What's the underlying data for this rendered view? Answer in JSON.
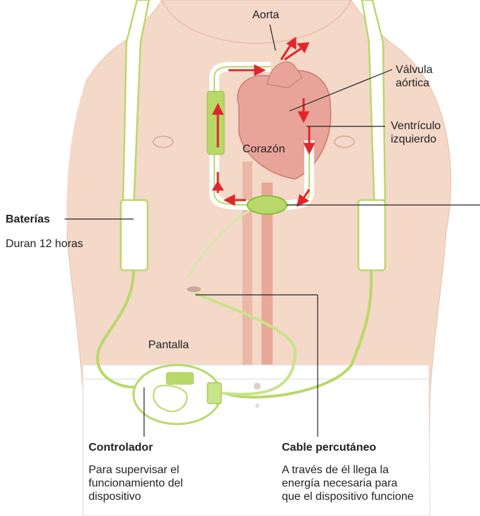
{
  "labels": {
    "aorta": "Aorta",
    "aortic_valve": "Válvula\naórtica",
    "left_ventricle": "Ventrículo\nizquierdo",
    "heart": "Corazón",
    "batteries_title": "Baterías",
    "batteries_desc": "Duran 12 horas",
    "display": "Pantalla",
    "controller_title": "Controlador",
    "controller_desc": "Para supervisar el\nfuncionamiento del\ndispositivo",
    "cable_title": "Cable percutáneo",
    "cable_desc": "A través de él llega la\nenergía necesaria para\nque el dispositivo funcione"
  },
  "colors": {
    "skin": "#f4d8c8",
    "skin_shade": "#ecc4ae",
    "device_green": "#b8d96a",
    "device_outline": "#8fbd3a",
    "blood_arrow": "#e0262b",
    "heart": "#e9a49a",
    "leader_line": "#222222"
  }
}
